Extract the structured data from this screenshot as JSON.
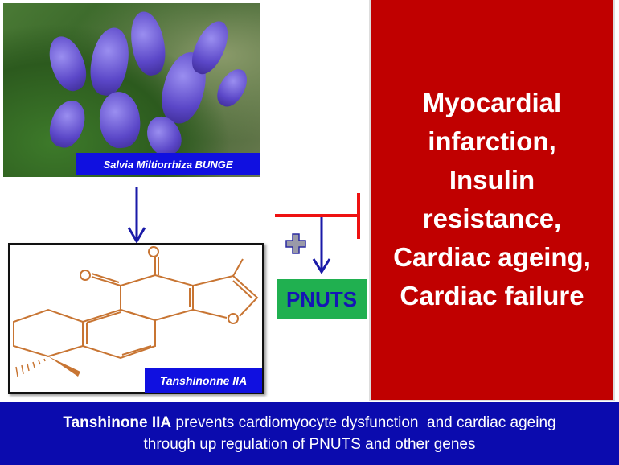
{
  "plant": {
    "label": "Salvia Miltiorrhiza BUNGE"
  },
  "compound": {
    "label": "Tanshinonne IIA"
  },
  "target": {
    "label": "PNUTS"
  },
  "conditions": {
    "lines": [
      "Myocardial",
      "infarction,",
      "Insulin",
      "resistance,",
      "Cardiac ageing,",
      "Cardiac failure"
    ]
  },
  "summary": {
    "bold": "Tanshinone IIA",
    "line1_rest": " prevents cardiomyocyte dysfunction  and cardiac ageing",
    "line2": "through up regulation of PNUTS and other genes"
  },
  "colors": {
    "panel": "#c00000",
    "banner": "#0b0bae",
    "arrow": "#1a1aa8",
    "inhibit": "#ee1111",
    "pnuts_box": "#20b050",
    "molecule": "#c87533"
  }
}
